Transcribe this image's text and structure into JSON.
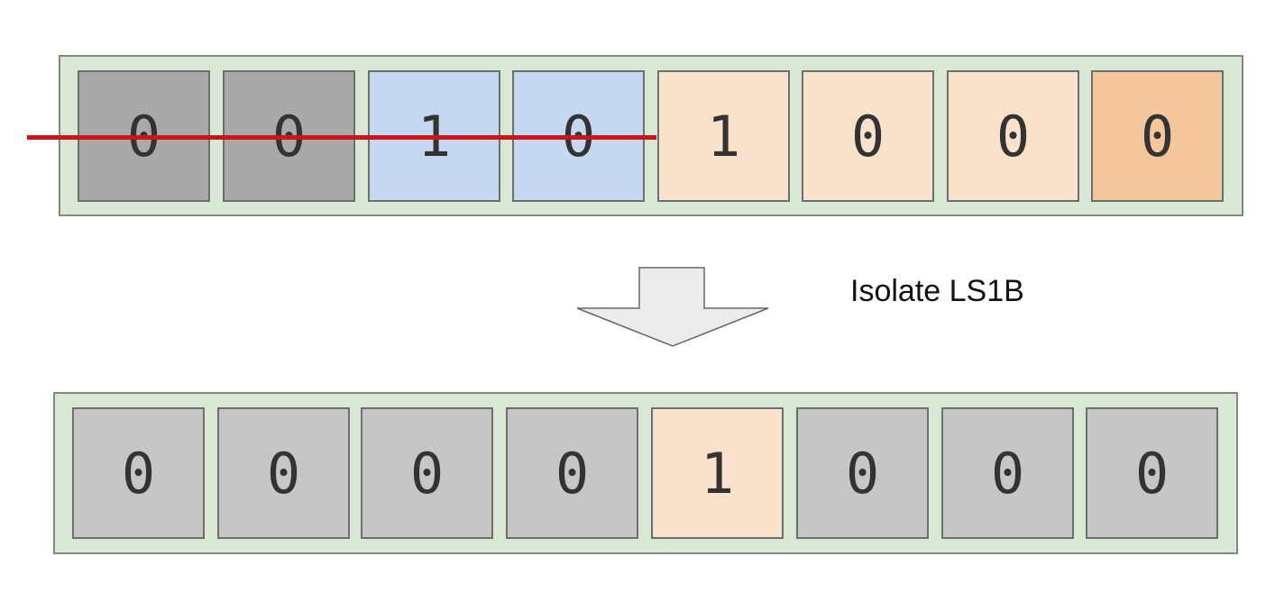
{
  "top_row": {
    "bits": [
      {
        "value": "0",
        "color": "#a9a9a9"
      },
      {
        "value": "0",
        "color": "#a9a9a9"
      },
      {
        "value": "1",
        "color": "#c6d7f0"
      },
      {
        "value": "0",
        "color": "#c6d7f0"
      },
      {
        "value": "1",
        "color": "#f9e2cb"
      },
      {
        "value": "0",
        "color": "#f9e2cb"
      },
      {
        "value": "0",
        "color": "#f9e2cb"
      },
      {
        "value": "0",
        "color": "#f4c69c"
      }
    ]
  },
  "operation_label": "Isolate LS1B",
  "bottom_row": {
    "bits": [
      {
        "value": "0",
        "color": "#c6c6c6"
      },
      {
        "value": "0",
        "color": "#c6c6c6"
      },
      {
        "value": "0",
        "color": "#c6c6c6"
      },
      {
        "value": "0",
        "color": "#c6c6c6"
      },
      {
        "value": "1",
        "color": "#f9e2cb"
      },
      {
        "value": "0",
        "color": "#c6c6c6"
      },
      {
        "value": "0",
        "color": "#c6c6c6"
      },
      {
        "value": "0",
        "color": "#c6c6c6"
      }
    ]
  },
  "strike_color": "#c8161b"
}
